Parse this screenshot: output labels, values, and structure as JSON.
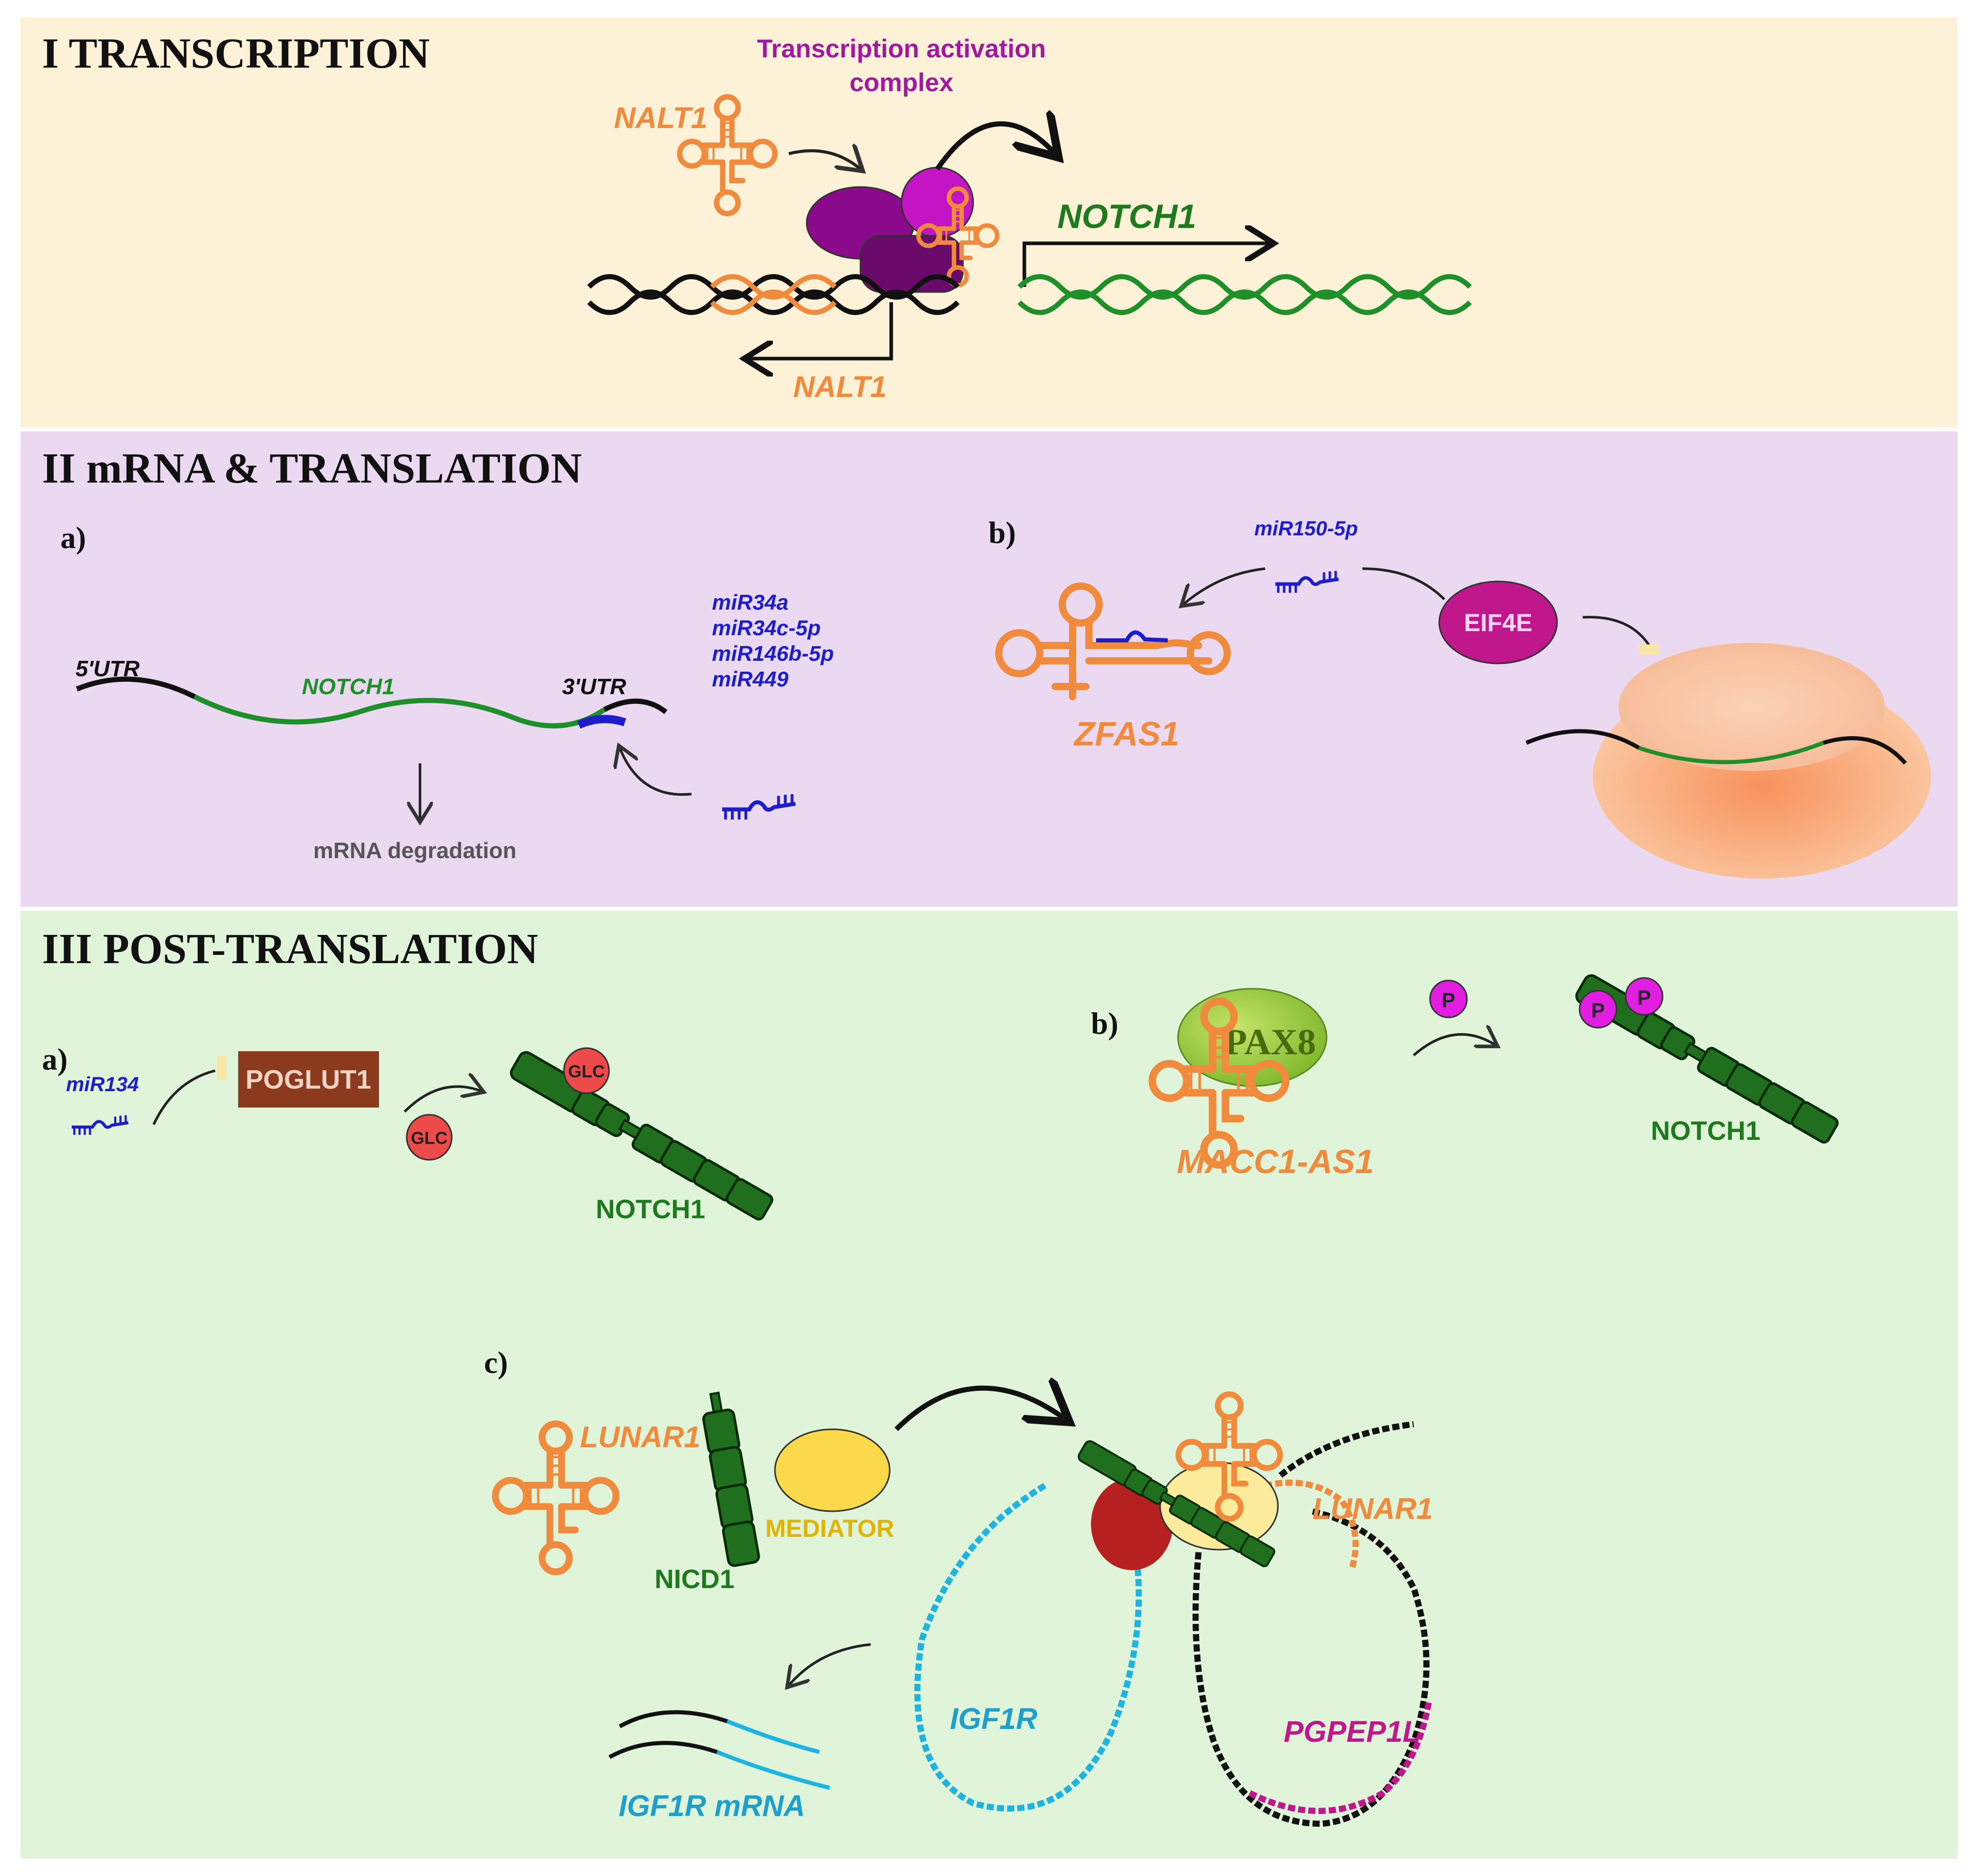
{
  "colors": {
    "panel1_bg": "#fdf2d8",
    "panel2_bg": "#ebd9f2",
    "panel3_bg": "#e0f4da",
    "lncrna": "#f08a3c",
    "notch_gene": "#1f8f2a",
    "mirna": "#1d1dcc",
    "purple_complex": "#8b0a8b",
    "magenta": "#c415c4",
    "eif4e": "#c0178c",
    "ribosome": "#f5b48a",
    "poglut1": "#8b3a1e",
    "glc": "#ef4a4a",
    "pax8": "#94c83c",
    "mediator": "#fbd94a",
    "igf1r": "#1fb4e0",
    "pgpep1l": "#c0178c",
    "notch_protein": "#1f6f1f"
  },
  "panel1": {
    "title": "I TRANSCRIPTION",
    "complex_label_line1": "Transcription activation",
    "complex_label_line2": "complex",
    "nalt1_top": "NALT1",
    "notch1_gene": "NOTCH1",
    "nalt1_bottom": "NALT1"
  },
  "panel2": {
    "title": "II mRNA & TRANSLATION",
    "sub_a": "a)",
    "sub_b": "b)",
    "utr5": "5'UTR",
    "utr3": "3'UTR",
    "notch1_mrna": "NOTCH1",
    "mirnas": [
      "miR34a",
      "miR34c-5p",
      "miR146b-5p",
      "miR449"
    ],
    "degradation": "mRNA degradation",
    "mir150": "miR150-5p",
    "zfas1": "ZFAS1",
    "eif4e": "EIF4E"
  },
  "panel3": {
    "title": "III POST-TRANSLATION",
    "sub_a": "a)",
    "sub_b": "b)",
    "sub_c": "c)",
    "mir134": "miR134",
    "poglut1": "POGLUT1",
    "glc": "GLC",
    "notch1_a": "NOTCH1",
    "phospho": "P",
    "pax8": "PAX8",
    "macc1": "MACC1-AS1",
    "notch1_b": "NOTCH1",
    "lunar1_left": "LUNAR1",
    "nicd1": "NICD1",
    "mediator": "MEDIATOR",
    "lunar1_right": "LUNAR1",
    "igf1r": "IGF1R",
    "pgpep1l": "PGPEP1L",
    "igf1r_mrna": "IGF1R mRNA"
  }
}
